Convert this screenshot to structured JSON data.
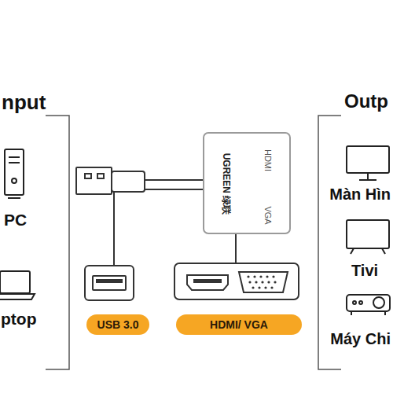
{
  "diagram": {
    "nodes": [
      {
        "text": [
          "UGREEN 绿联",
          "HDMI",
          "VGA"
        ]
      },
      {
        "text": [
          "USB 3.0"
        ]
      },
      {
        "text": [
          "HDMI/ VGA"
        ]
      }
    ],
    "labels": [
      "nput",
      "PC",
      "ptop",
      "Outp",
      "Màn Hìn",
      "Tivi",
      "Máy Chi"
    ]
  }
}
